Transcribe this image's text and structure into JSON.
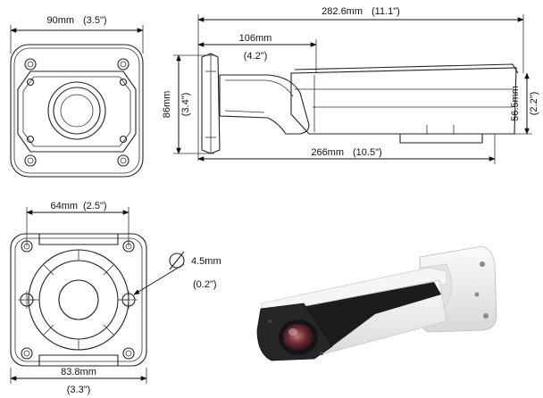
{
  "front_view": {
    "width_mm": "90mm",
    "width_in": "(3.5\")"
  },
  "side_view": {
    "total_length_mm": "282.6mm",
    "total_length_in": "(11.1\")",
    "hood_depth_mm": "106mm",
    "hood_depth_in": "(4.2\")",
    "height_mm": "86mm",
    "height_in": "(3.4\")",
    "body_height_mm": "56.5mm",
    "body_height_in": "(2.2\")",
    "mount_length_mm": "266mm",
    "mount_length_in": "(10.5\")"
  },
  "base_view": {
    "hole_spacing_mm": "64mm",
    "hole_spacing_in": "(2.5\")",
    "hole_diameter_mm": "4.5mm",
    "hole_diameter_in": "(0.2\")",
    "base_width_mm": "83.8mm",
    "base_width_in": "(3.3\")"
  }
}
